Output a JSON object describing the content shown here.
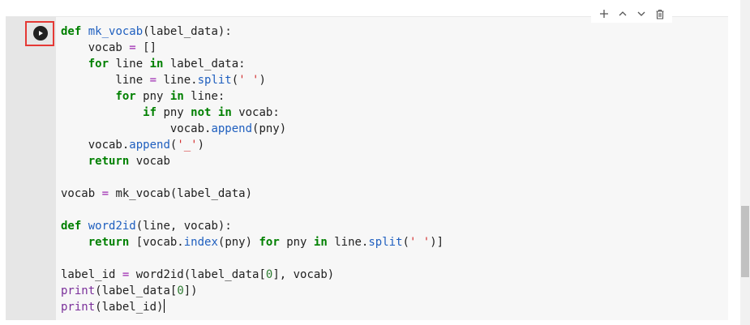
{
  "toolbar": {
    "add_cell_icon": "plus-icon",
    "move_up_icon": "chevron-up-icon",
    "move_down_icon": "chevron-down-icon",
    "delete_icon": "trash-icon"
  },
  "cell": {
    "run_button_icon": "play-icon",
    "highlight_color": "#e53935",
    "code_lines": [
      "def mk_vocab(label_data):",
      "    vocab = []",
      "    for line in label_data:",
      "        line = line.split(' ')",
      "        for pny in line:",
      "            if pny not in vocab:",
      "                vocab.append(pny)",
      "    vocab.append('_')",
      "    return vocab",
      "",
      "vocab = mk_vocab(label_data)",
      "",
      "def word2id(line, vocab):",
      "    return [vocab.index(pny) for pny in line.split(' ')]",
      "",
      "label_id = word2id(label_data[0], vocab)",
      "print(label_data[0])",
      "print(label_id)"
    ]
  },
  "colors": {
    "keyword": "#008000",
    "function": "#1f5fbf",
    "builtin": "#7a2f9a",
    "operator": "#9c27b0",
    "string": "#d32f2f",
    "number": "#2e7d32"
  }
}
